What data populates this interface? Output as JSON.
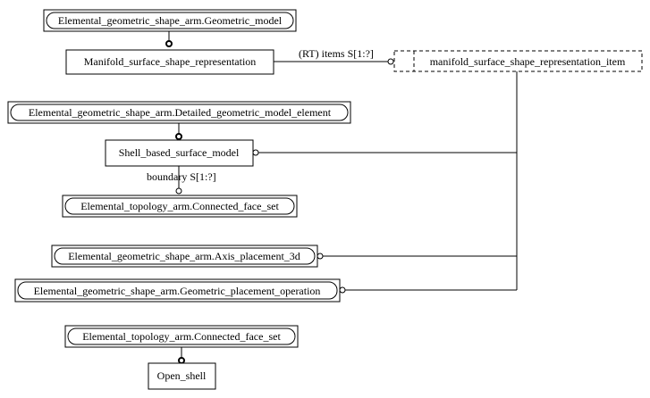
{
  "nodes": {
    "geometric_model": "Elemental_geometric_shape_arm.Geometric_model",
    "manifold_repr": "Manifold_surface_shape_representation",
    "manifold_item": "manifold_surface_shape_representation_item",
    "detailed_element": "Elemental_geometric_shape_arm.Detailed_geometric_model_element",
    "shell_model": "Shell_based_surface_model",
    "connected_face_set_1": "Elemental_topology_arm.Connected_face_set",
    "axis_placement": "Elemental_geometric_shape_arm.Axis_placement_3d",
    "geometric_placement": "Elemental_geometric_shape_arm.Geometric_placement_operation",
    "connected_face_set_2": "Elemental_topology_arm.Connected_face_set",
    "open_shell": "Open_shell"
  },
  "edges": {
    "items": "(RT) items S[1:?]",
    "boundary": "boundary S[1:?]"
  }
}
